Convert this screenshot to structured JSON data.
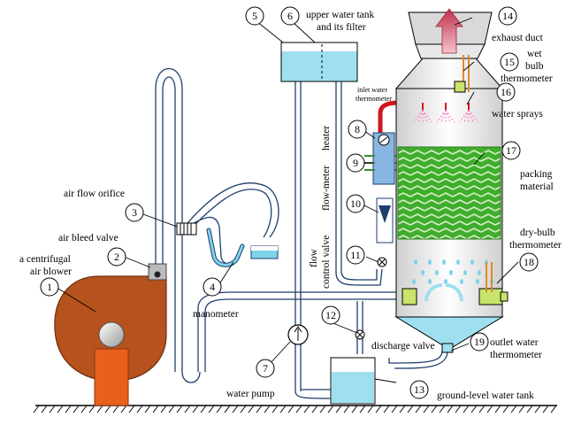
{
  "diagram": {
    "numbers": [
      "1",
      "2",
      "3",
      "4",
      "5",
      "6",
      "7",
      "8",
      "9",
      "10",
      "11",
      "12",
      "13",
      "14",
      "15",
      "16",
      "17",
      "18",
      "19"
    ],
    "labels": {
      "upper_tank_l1": "upper water tank",
      "upper_tank_l2": "and its filter",
      "exhaust_duct": "exhaust duct",
      "wet_bulb_l1": "wet",
      "wet_bulb_l2": "bulb",
      "wet_bulb_l3": "thermometer",
      "water_sprays": "water sprays",
      "inlet_therm_l1": "inlet water",
      "inlet_therm_l2": "thermometer",
      "heater": "heater",
      "flow_meter": "flow-meter",
      "flow_control_l1": "flow",
      "flow_control_l2": "control valve",
      "packing_l1": "packing",
      "packing_l2": "material",
      "air_flow_orifice": "air flow orifice",
      "air_bleed_valve": "air bleed valve",
      "blower_l1": "a centrifugal",
      "blower_l2": "air blower",
      "manometer": "manometer",
      "dry_bulb_l1": "dry-bulb",
      "dry_bulb_l2": "thermometer",
      "outlet_therm_l1": "outlet water",
      "outlet_therm_l2": "thermometer",
      "discharge_valve": "discharge valve",
      "water_pump": "water pump",
      "ground_tank": "ground-level water tank"
    },
    "colors": {
      "pipe": "#1f3f6e",
      "water": "#7fd3ea",
      "blower": "#b5521d",
      "blower_base": "#e8601c",
      "packing": "#3fae2d",
      "heater_pipe": "#d0161b",
      "spray": "#ff6fbf",
      "exhaust": "#c0304a",
      "duct": "#d9d9d9"
    }
  }
}
